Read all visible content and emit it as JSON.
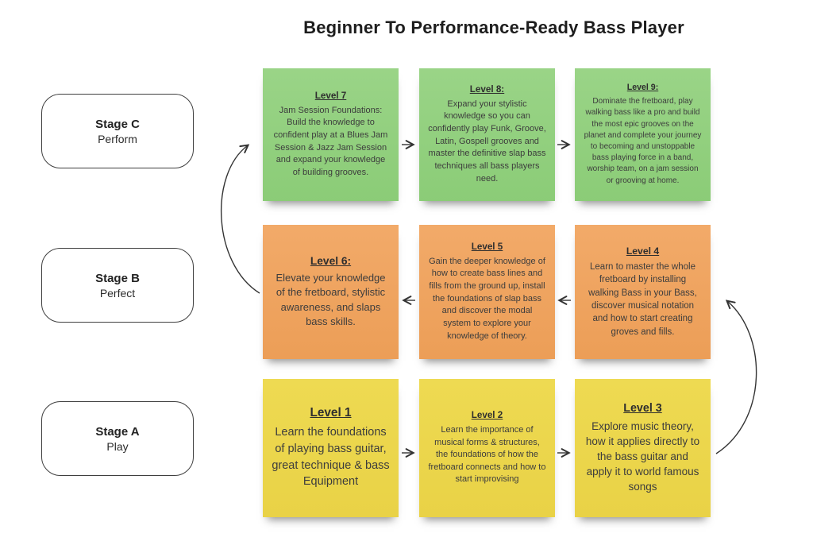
{
  "title": "Beginner To Performance-Ready Bass Player",
  "stages": [
    {
      "label": "Stage C",
      "sublabel": "Perform"
    },
    {
      "label": "Stage B",
      "sublabel": "Perfect"
    },
    {
      "label": "Stage A",
      "sublabel": "Play"
    }
  ],
  "rows": [
    {
      "color": "#8bcc77",
      "notes": [
        {
          "heading": "Level 7",
          "body": "Jam Session Foundations: Build the knowledge to confident play at a Blues Jam Session & Jazz Jam Session and expand your knowledge of building grooves."
        },
        {
          "heading": "Level 8:",
          "body": "Expand your stylistic knowledge so you can confidently play Funk, Groove, Latin, Gospell grooves and master the definitive slap bass techniques all bass players need."
        },
        {
          "heading": "Level 9:",
          "body": "Dominate the fretboard, play walking bass like a pro and build the most epic grooves on the planet and complete your journey to becoming and unstoppable bass playing force in a band, worship team, on a jam session or grooving at home."
        }
      ]
    },
    {
      "color": "#ec9e57",
      "notes": [
        {
          "heading": "Level 6:",
          "body": "Elevate your knowledge of the fretboard, stylistic awareness, and slaps bass skills."
        },
        {
          "heading": "Level 5",
          "body": "Gain the deeper knowledge of how to create bass lines and fills from the ground up, install the foundations of slap bass and discover the modal system to explore your knowledge of theory."
        },
        {
          "heading": "Level 4",
          "body": "Learn to master the whole fretboard by installing walking Bass in your Bass, discover musical notation and how to start creating groves and fills."
        }
      ]
    },
    {
      "color": "#e9d246",
      "notes": [
        {
          "heading": "Level 1",
          "body": "Learn the foundations of playing bass guitar, great technique & bass Equipment"
        },
        {
          "heading": "Level 2",
          "body": "Learn the importance of musical forms & structures, the foundations of how the fretboard connects and how to start improvising"
        },
        {
          "heading": "Level 3",
          "body": "Explore music theory, how it applies directly to the bass guitar and apply it to world famous songs"
        }
      ]
    }
  ],
  "colors": {
    "note_green": "#8bcc77",
    "note_orange": "#ec9e57",
    "note_yellow": "#e9d246",
    "arrow": "#333333",
    "stage_border": "#3f3f3f"
  }
}
